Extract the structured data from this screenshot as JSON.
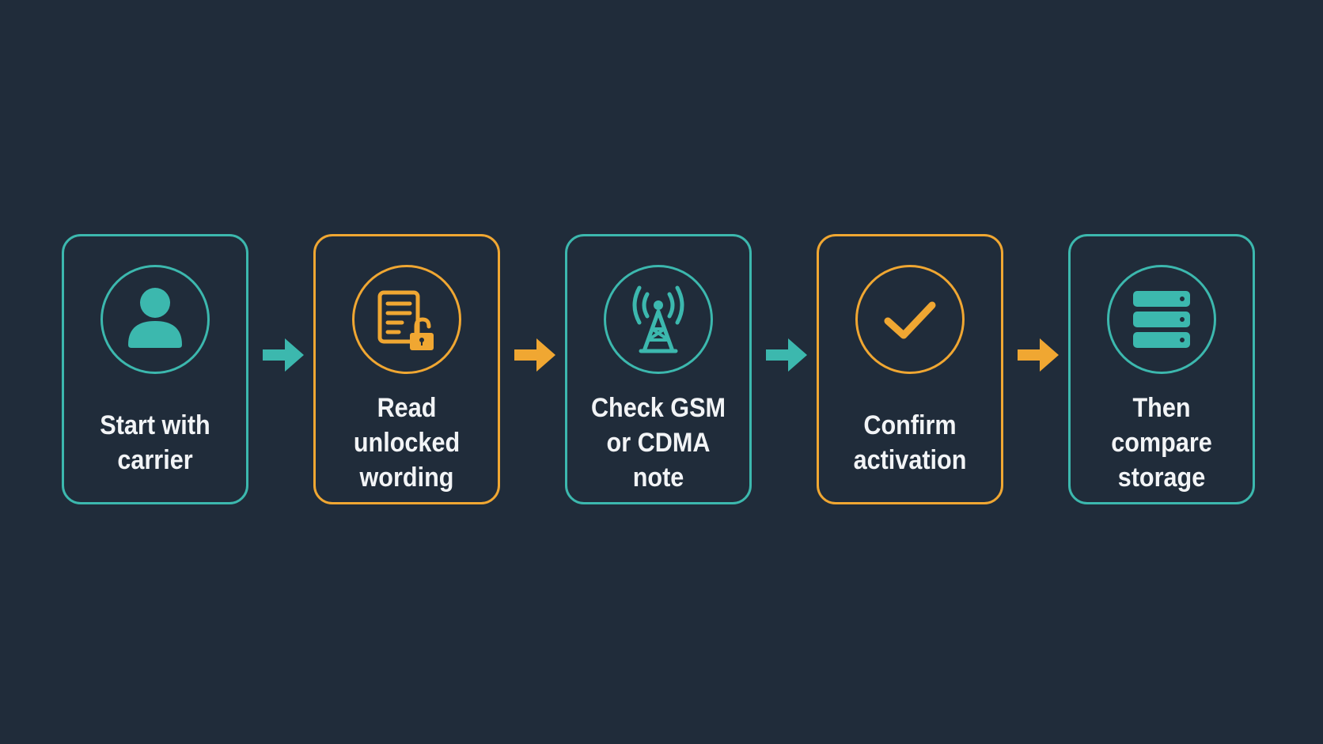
{
  "colors": {
    "background": "#202c3a",
    "teal": "#3cb8ae",
    "amber": "#f0a732",
    "text": "#f2f4f6"
  },
  "steps": [
    {
      "label": "Start with\ncarrier",
      "icon": "person-icon",
      "accent": "teal"
    },
    {
      "label": "Read\nunlocked\nwording",
      "icon": "document-unlock-icon",
      "accent": "amber"
    },
    {
      "label": "Check GSM\nor CDMA note",
      "icon": "cell-tower-icon",
      "accent": "teal"
    },
    {
      "label": "Confirm\nactivation",
      "icon": "checkmark-icon",
      "accent": "amber"
    },
    {
      "label": "Then compare\nstorage",
      "icon": "storage-server-icon",
      "accent": "teal"
    }
  ],
  "connectors": [
    {
      "icon": "arrow-right-icon",
      "accent": "teal"
    },
    {
      "icon": "arrow-right-icon",
      "accent": "amber"
    },
    {
      "icon": "arrow-right-icon",
      "accent": "teal"
    },
    {
      "icon": "arrow-right-icon",
      "accent": "amber"
    }
  ]
}
